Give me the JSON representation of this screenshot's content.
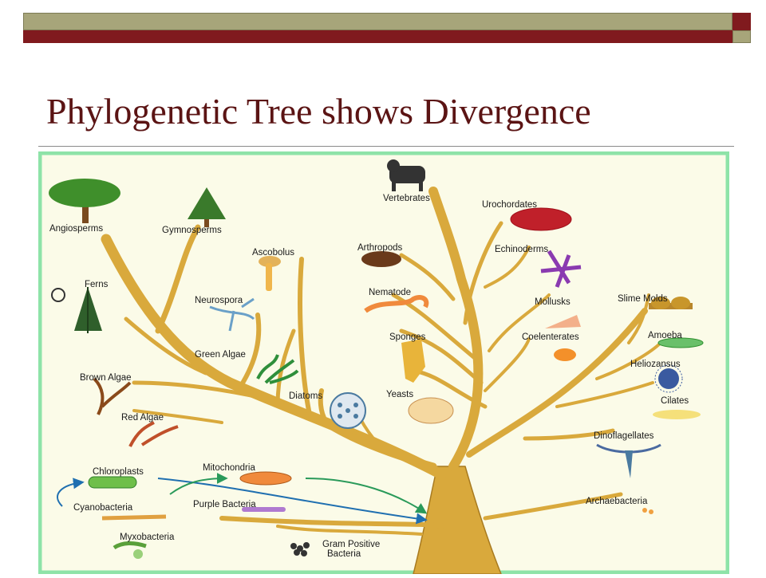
{
  "slide": {
    "title": "Phylogenetic Tree shows Divergence"
  },
  "diagram": {
    "labels": {
      "angiosperms": "Angiosperms",
      "gymnosperms": "Gymnosperms",
      "ferns": "Ferns",
      "ascobolus": "Ascobolus",
      "neurospora": "Neurospora",
      "green_algae": "Green Algae",
      "brown_algae": "Brown Algae",
      "red_algae": "Red Algae",
      "diatoms": "Diatoms",
      "chloroplasts": "Chloroplasts",
      "cyanobacteria": "Cyanobacteria",
      "mitochondria": "Mitochondria",
      "purple_bacteria": "Purple Bacteria",
      "myxobacteria": "Myxobacteria",
      "gram_positive_1": "Gram Positive",
      "gram_positive_2": "Bacteria",
      "vertebrates": "Vertebrates",
      "urochordates": "Urochordates",
      "arthropods": "Arthropods",
      "echinoderms": "Echinoderms",
      "nematode": "Nematode",
      "mollusks": "Mollusks",
      "slime_molds": "Slime Molds",
      "sponges": "Sponges",
      "coelenterates": "Coelenterates",
      "amoeba": "Amoeba",
      "heliozansus": "Heliozansus",
      "yeasts": "Yeasts",
      "cilates": "Cilates",
      "dinoflagellates": "Dinoflagellates",
      "archaebacteria": "Archaebacteria"
    },
    "colors": {
      "trunk": "#d9a93c",
      "trunk_edge": "#a87a1f",
      "frame": "#8ee3a8",
      "background": "#fbfbe8",
      "title": "#5b1414",
      "bar_olive": "#a7a57a",
      "bar_red": "#801a1e"
    }
  }
}
